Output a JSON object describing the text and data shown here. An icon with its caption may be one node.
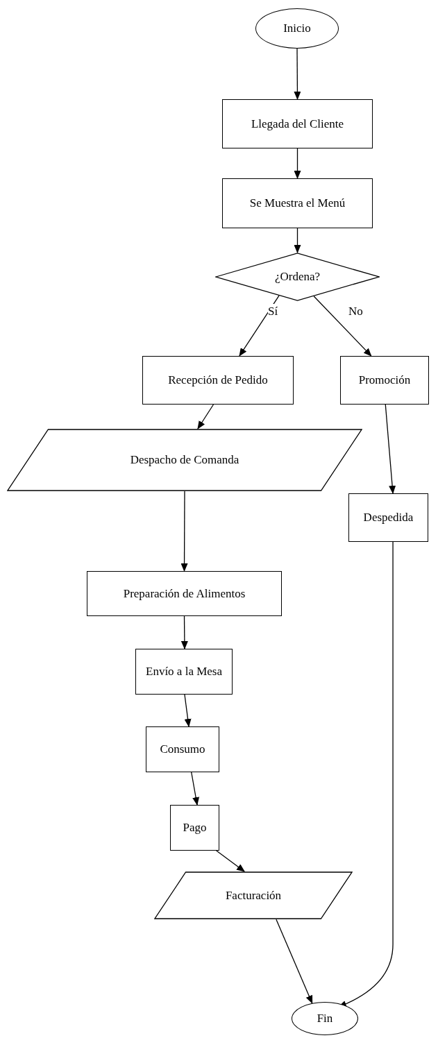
{
  "diagram": {
    "nodes": [
      {
        "text": [
          "Inicio"
        ]
      },
      {
        "text": [
          "Llegada del Cliente"
        ]
      },
      {
        "text": [
          "Se Muestra el Menú"
        ]
      },
      {
        "text": [
          "¿Ordena?"
        ]
      },
      {
        "text": [
          "Recepción de Pedido"
        ]
      },
      {
        "text": [
          "Promoción"
        ]
      },
      {
        "text": [
          "Despacho de Comanda"
        ]
      },
      {
        "text": [
          "Despedida"
        ]
      },
      {
        "text": [
          "Preparación de Alimentos"
        ]
      },
      {
        "text": [
          "Envío a la Mesa"
        ]
      },
      {
        "text": [
          "Consumo"
        ]
      },
      {
        "text": [
          "Pago"
        ]
      },
      {
        "text": [
          "Facturación"
        ]
      },
      {
        "text": [
          "Fin"
        ]
      }
    ],
    "edges": [
      {
        "from": 0,
        "to": 1,
        "arrow": "to"
      },
      {
        "from": 1,
        "to": 2,
        "arrow": "to"
      },
      {
        "from": 2,
        "to": 3,
        "arrow": "to"
      },
      {
        "from": 3,
        "to": 4,
        "arrow": "to",
        "label": "Sí"
      },
      {
        "from": 3,
        "to": 5,
        "arrow": "to",
        "label": "No"
      },
      {
        "from": 4,
        "to": 6,
        "arrow": "to"
      },
      {
        "from": 6,
        "to": 8,
        "arrow": "to"
      },
      {
        "from": 8,
        "to": 9,
        "arrow": "to"
      },
      {
        "from": 9,
        "to": 10,
        "arrow": "to"
      },
      {
        "from": 10,
        "to": 11,
        "arrow": "to"
      },
      {
        "from": 11,
        "to": 12,
        "arrow": "to"
      },
      {
        "from": 12,
        "to": 13,
        "arrow": "to"
      },
      {
        "from": 5,
        "to": 7,
        "arrow": "to"
      },
      {
        "from": 7,
        "to": 13,
        "arrow": "to"
      }
    ]
  }
}
